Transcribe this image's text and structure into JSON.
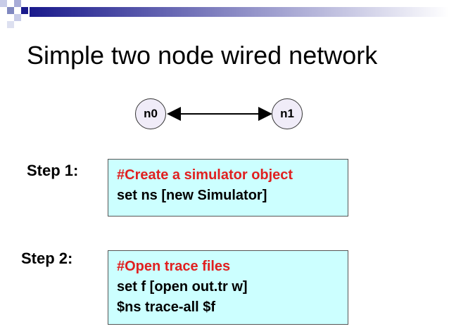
{
  "slide": {
    "title": "Simple two node wired network"
  },
  "topology": {
    "nodes": [
      "n0",
      "n1"
    ],
    "link": "bidirectional"
  },
  "steps": [
    {
      "label": "Step 1:",
      "code": [
        {
          "text": "#Create a simulator object",
          "kind": "comment"
        },
        {
          "text": "set ns [new Simulator]",
          "kind": "code"
        }
      ]
    },
    {
      "label": "Step 2:",
      "code": [
        {
          "text": "#Open trace files",
          "kind": "comment"
        },
        {
          "text": "set f [open out.tr w]",
          "kind": "code"
        },
        {
          "text": "$ns trace-all $f",
          "kind": "code"
        }
      ]
    }
  ],
  "colors": {
    "accent": "#1a1a8c",
    "code_bg": "#ccffff",
    "comment": "#e02020",
    "node_fill": "#f0ecf8"
  },
  "decor": {
    "header_gradient_bar": true
  }
}
